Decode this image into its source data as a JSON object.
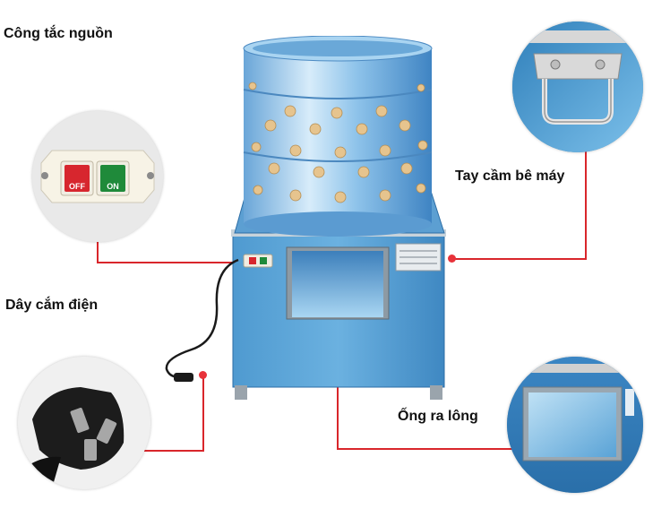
{
  "labels": {
    "power_switch": "Công tắc nguồn",
    "handle": "Tay cầm bê máy",
    "power_cord": "Dây cắm điện",
    "feather_outlet": "Ống ra lông"
  },
  "switch_panel": {
    "off_label": "OFF",
    "on_label": "ON"
  },
  "colors": {
    "callout_line": "#d9262b",
    "off_button": "#d7262e",
    "on_button": "#1f8a3a",
    "machine_body": "#4f9ad0"
  },
  "icons": [
    "power-switch-photo",
    "handle-photo",
    "plug-photo",
    "outlet-photo",
    "plucker-machine"
  ]
}
